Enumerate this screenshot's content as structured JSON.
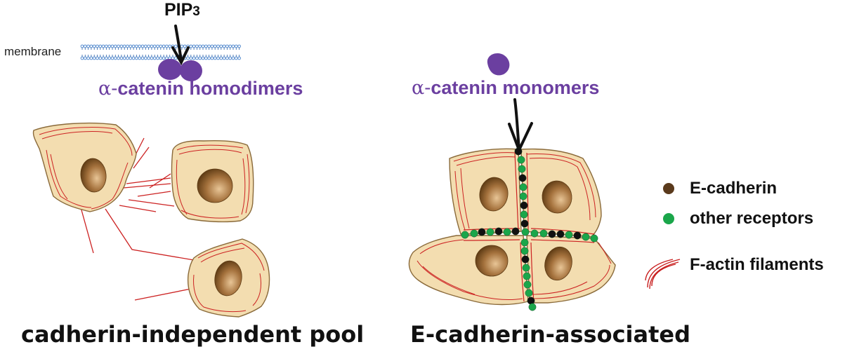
{
  "labels": {
    "membrane": "membrane",
    "pip3_main": "PIP",
    "pip3_sub": "3",
    "alpha": "α-",
    "homodimers": "catenin homodimers",
    "monomers": "catenin monomers",
    "left_title": "cadherin-independent pool",
    "right_title": "E-cadherin-associated"
  },
  "legend": [
    {
      "label": "E-cadherin",
      "color": "#5a3a1c",
      "icon": "e-cadherin-dot-icon"
    },
    {
      "label": "other receptors",
      "color": "#1aa64a",
      "icon": "receptor-dot-icon"
    },
    {
      "label": "F-actin filaments",
      "color": "#c81e1e",
      "icon": "f-actin-filament-icon"
    }
  ],
  "colors": {
    "cell_fill": "#f3ddb0",
    "cell_stroke": "#8a6a3a",
    "actin": "#cc2222",
    "catenin": "#6b3fa0",
    "membrane_head": "#5b8fd0",
    "nucleus_light": "#d9b07e",
    "nucleus_dark": "#6b4418"
  }
}
